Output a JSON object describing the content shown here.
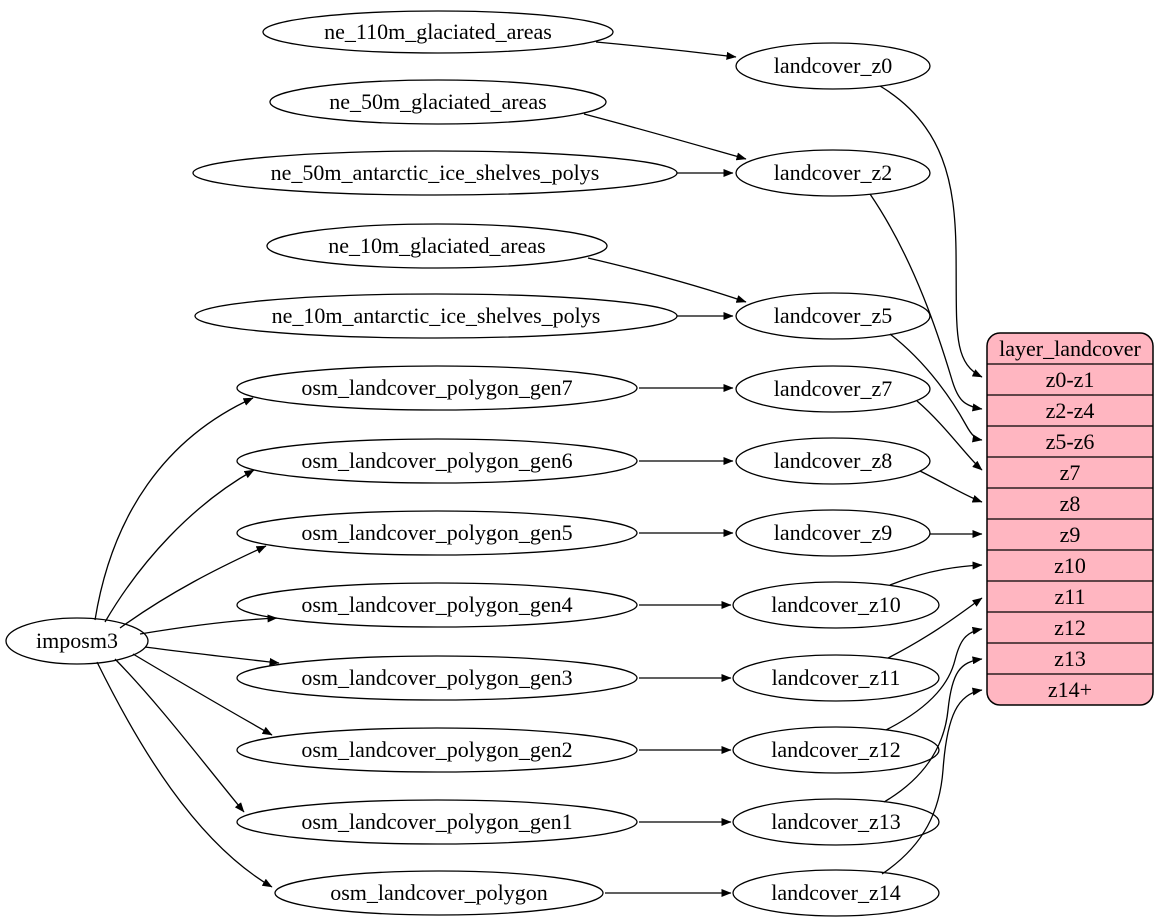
{
  "nodes": {
    "imposm3": "imposm3",
    "ne_110m_glaciated_areas": "ne_110m_glaciated_areas",
    "ne_50m_glaciated_areas": "ne_50m_glaciated_areas",
    "ne_50m_antarctic_ice_shelves_polys": "ne_50m_antarctic_ice_shelves_polys",
    "ne_10m_glaciated_areas": "ne_10m_glaciated_areas",
    "ne_10m_antarctic_ice_shelves_polys": "ne_10m_antarctic_ice_shelves_polys",
    "osm_landcover_polygon_gen7": "osm_landcover_polygon_gen7",
    "osm_landcover_polygon_gen6": "osm_landcover_polygon_gen6",
    "osm_landcover_polygon_gen5": "osm_landcover_polygon_gen5",
    "osm_landcover_polygon_gen4": "osm_landcover_polygon_gen4",
    "osm_landcover_polygon_gen3": "osm_landcover_polygon_gen3",
    "osm_landcover_polygon_gen2": "osm_landcover_polygon_gen2",
    "osm_landcover_polygon_gen1": "osm_landcover_polygon_gen1",
    "osm_landcover_polygon": "osm_landcover_polygon",
    "landcover_z0": "landcover_z0",
    "landcover_z2": "landcover_z2",
    "landcover_z5": "landcover_z5",
    "landcover_z7": "landcover_z7",
    "landcover_z8": "landcover_z8",
    "landcover_z9": "landcover_z9",
    "landcover_z10": "landcover_z10",
    "landcover_z11": "landcover_z11",
    "landcover_z12": "landcover_z12",
    "landcover_z13": "landcover_z13",
    "landcover_z14": "landcover_z14"
  },
  "table": {
    "title": "layer_landcover",
    "rows": [
      "z0-z1",
      "z2-z4",
      "z5-z6",
      "z7",
      "z8",
      "z9",
      "z10",
      "z11",
      "z12",
      "z13",
      "z14+"
    ],
    "fill_color": "#ffb6c1",
    "border_color": "#000000"
  },
  "edges": [
    {
      "from": "ne_110m_glaciated_areas",
      "to": "landcover_z0"
    },
    {
      "from": "ne_50m_glaciated_areas",
      "to": "landcover_z2"
    },
    {
      "from": "ne_50m_antarctic_ice_shelves_polys",
      "to": "landcover_z2"
    },
    {
      "from": "ne_10m_glaciated_areas",
      "to": "landcover_z5"
    },
    {
      "from": "ne_10m_antarctic_ice_shelves_polys",
      "to": "landcover_z5"
    },
    {
      "from": "imposm3",
      "to": "osm_landcover_polygon_gen7"
    },
    {
      "from": "imposm3",
      "to": "osm_landcover_polygon_gen6"
    },
    {
      "from": "imposm3",
      "to": "osm_landcover_polygon_gen5"
    },
    {
      "from": "imposm3",
      "to": "osm_landcover_polygon_gen4"
    },
    {
      "from": "imposm3",
      "to": "osm_landcover_polygon_gen3"
    },
    {
      "from": "imposm3",
      "to": "osm_landcover_polygon_gen2"
    },
    {
      "from": "imposm3",
      "to": "osm_landcover_polygon_gen1"
    },
    {
      "from": "imposm3",
      "to": "osm_landcover_polygon"
    },
    {
      "from": "osm_landcover_polygon_gen7",
      "to": "landcover_z7"
    },
    {
      "from": "osm_landcover_polygon_gen6",
      "to": "landcover_z8"
    },
    {
      "from": "osm_landcover_polygon_gen5",
      "to": "landcover_z9"
    },
    {
      "from": "osm_landcover_polygon_gen4",
      "to": "landcover_z10"
    },
    {
      "from": "osm_landcover_polygon_gen3",
      "to": "landcover_z11"
    },
    {
      "from": "osm_landcover_polygon_gen2",
      "to": "landcover_z12"
    },
    {
      "from": "osm_landcover_polygon_gen1",
      "to": "landcover_z13"
    },
    {
      "from": "osm_landcover_polygon",
      "to": "landcover_z14"
    },
    {
      "from": "landcover_z0",
      "to": "layer_landcover:z0-z1"
    },
    {
      "from": "landcover_z2",
      "to": "layer_landcover:z2-z4"
    },
    {
      "from": "landcover_z5",
      "to": "layer_landcover:z5-z6"
    },
    {
      "from": "landcover_z7",
      "to": "layer_landcover:z7"
    },
    {
      "from": "landcover_z8",
      "to": "layer_landcover:z8"
    },
    {
      "from": "landcover_z9",
      "to": "layer_landcover:z9"
    },
    {
      "from": "landcover_z10",
      "to": "layer_landcover:z10"
    },
    {
      "from": "landcover_z11",
      "to": "layer_landcover:z11"
    },
    {
      "from": "landcover_z12",
      "to": "layer_landcover:z12"
    },
    {
      "from": "landcover_z13",
      "to": "layer_landcover:z13"
    },
    {
      "from": "landcover_z14",
      "to": "layer_landcover:z14+"
    }
  ]
}
